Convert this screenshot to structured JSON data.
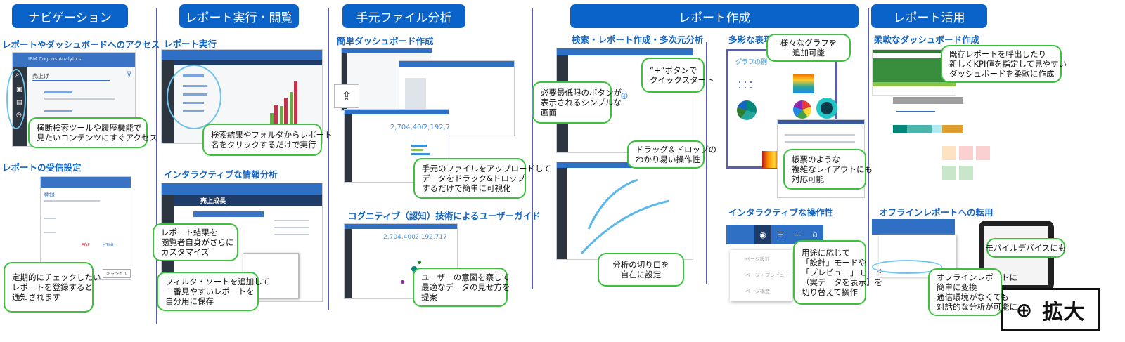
{
  "sections": [
    {
      "title": "ナビゲーション"
    },
    {
      "title": "レポート実行・閲覧"
    },
    {
      "title": "手元ファイル分析"
    },
    {
      "title": "レポート作成"
    },
    {
      "title": "レポート活用"
    }
  ],
  "navigation": {
    "access_title": "レポートやダッシュボードへのアクセス",
    "app_name": "IBM Cognos Analytics",
    "search_value": "売上げ",
    "access_callout": [
      "横断検索ツールや履歴機能で",
      "見たいコンテンツにすぐアクセス"
    ],
    "subscribe_title": "レポートの受信設定",
    "subscribe_dialog_title": "登録",
    "format_options": [
      "PDF",
      "HTML"
    ],
    "cancel_label": "キャンセル",
    "subscribe_callout": [
      "定期的にチェックしたい",
      "レポートを登録すると",
      "通知されます"
    ]
  },
  "report_view": {
    "run_title": "レポート実行",
    "run_callout": [
      "検索結果やフォルダからレポート",
      "名をクリックするだけで実行"
    ],
    "interactive_title": "インタラクティブな情報分析",
    "report_heading": "売上成長",
    "customize_callout": [
      "レポート結果を",
      "閲覧者自身がさらに",
      "カスタマイズ"
    ],
    "filter_callout": [
      "フィルタ・ソートを追加して",
      "一番見やすいレポートを",
      "自分用に保存"
    ]
  },
  "file_analysis": {
    "dashboard_title": "簡単ダッシュボード作成",
    "kpi_values": [
      "2,704,400",
      "2,192,717"
    ],
    "upload_callout": [
      "手元のファイルをアップロードして",
      "データをドラック&ドロップ",
      "するだけで簡単に可視化"
    ],
    "cognitive_title": "コグニティブ（認知）技術によるユーザーガイド",
    "cognitive_callout": [
      "ユーザーの意図を察して",
      "最適なデータの見せ方を",
      "提案"
    ]
  },
  "report_authoring": {
    "search_title": "検索・レポート作成・多次元分析",
    "simple_callout": [
      "必要最低限のボタンが",
      "表示されるシンプルな",
      "画面"
    ],
    "plus_callout": [
      "“+”ボタンで",
      "クイックスタート"
    ],
    "drag_callout": [
      "ドラッグ＆ドロップの",
      "わかり易い操作性"
    ],
    "slice_callout": [
      "分析の切り口を",
      "自在に設定"
    ],
    "rich_title": "多彩な表現",
    "graph_examples_label": "グラフの例",
    "graph_callout": [
      "様々なグラフを",
      "追加可能"
    ],
    "layout_callout": [
      "帳票のような",
      "複雑なレイアウトにも",
      "対応可能"
    ],
    "interactive_title": "インタラクティブな操作性",
    "menu_items": [
      "ページ設計",
      "ページ・プレビュー",
      "ページ構造"
    ],
    "mode_callout": [
      "用途に応じて",
      "「設計」モードや",
      "「プレビュー」モード",
      "（実データを表示）を",
      "切り替えて操作"
    ]
  },
  "report_usage": {
    "dashboard_title": "柔軟なダッシュボード作成",
    "dashboard_callout": [
      "既存レポートを呼出したり",
      "新しくKPI値を指定して見やすい",
      "ダッシュボードを柔軟に作成"
    ],
    "offline_title": "オフラインレポートへの転用",
    "mobile_callout": "モバイルデバイスにも",
    "offline_callout": [
      "オフラインレポートに",
      "簡単に変換",
      "通信環境がなくても",
      "対話的な分析が可能に"
    ]
  },
  "zoom_button": {
    "label": "拡大",
    "icon": "zoom-in-icon"
  },
  "colors": {
    "header_blue": "#0a63c9",
    "subtitle_blue": "#1565c0",
    "callout_green": "#3cc13c",
    "separator": "#5b5fa6"
  }
}
